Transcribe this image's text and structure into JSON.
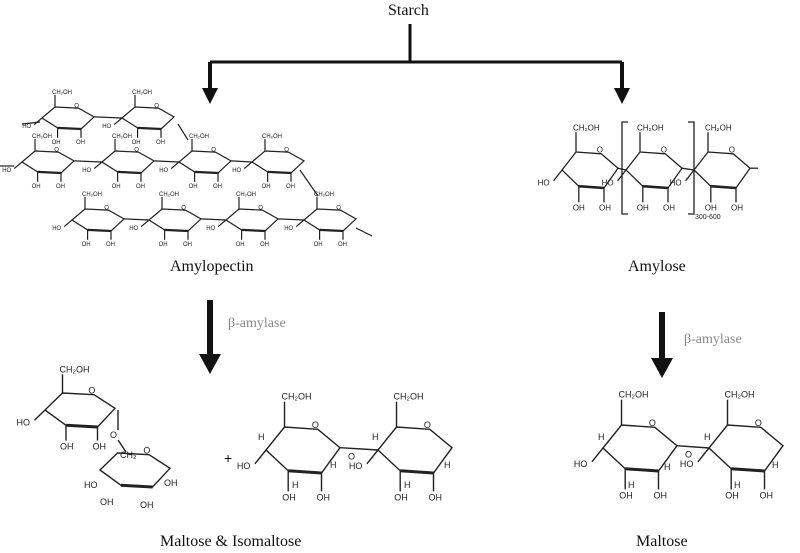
{
  "title": "Starch",
  "branches": {
    "left": {
      "label": "Amylopectin",
      "enzyme": "β-amylase",
      "product": "Maltose & Isomaltose"
    },
    "right": {
      "label": "Amylose",
      "enzyme": "β-amylase",
      "product": "Maltose",
      "repeat_subscript": "300-600"
    }
  },
  "structure_labels": {
    "ch2oh": "CH₂OH",
    "ch2": "CH₂",
    "oh": "OH",
    "ho": "HO",
    "h": "H",
    "o": "O",
    "plus": "+"
  },
  "colors": {
    "ink": "#111111",
    "enzyme_text": "#8a8a8a",
    "arrow": "#111111"
  }
}
